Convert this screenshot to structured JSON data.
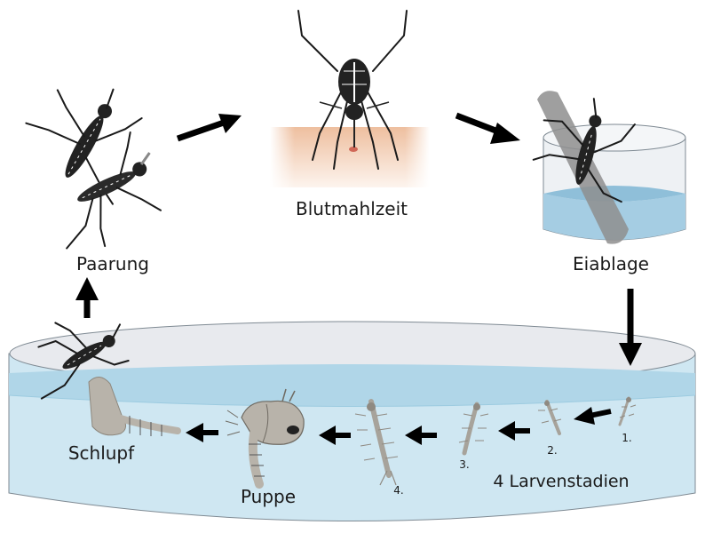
{
  "stages": {
    "mating": "Paarung",
    "blood_meal": "Blutmahlzeit",
    "egg_laying": "Eiablage",
    "larval_stages": "4 Larvenstadien",
    "pupa": "Puppe",
    "emergence": "Schlupf"
  },
  "larva_numbers": [
    "1.",
    "2.",
    "3.",
    "4."
  ],
  "colors": {
    "water": "#cde6f1",
    "water_surface": "#a9d2e6",
    "container_rim": "#e9ebee",
    "skin_top": "#f0c8ab",
    "skin_bottom": "#fbeee4",
    "arrow": "#000000",
    "exuvia": "#b8b3aa"
  }
}
